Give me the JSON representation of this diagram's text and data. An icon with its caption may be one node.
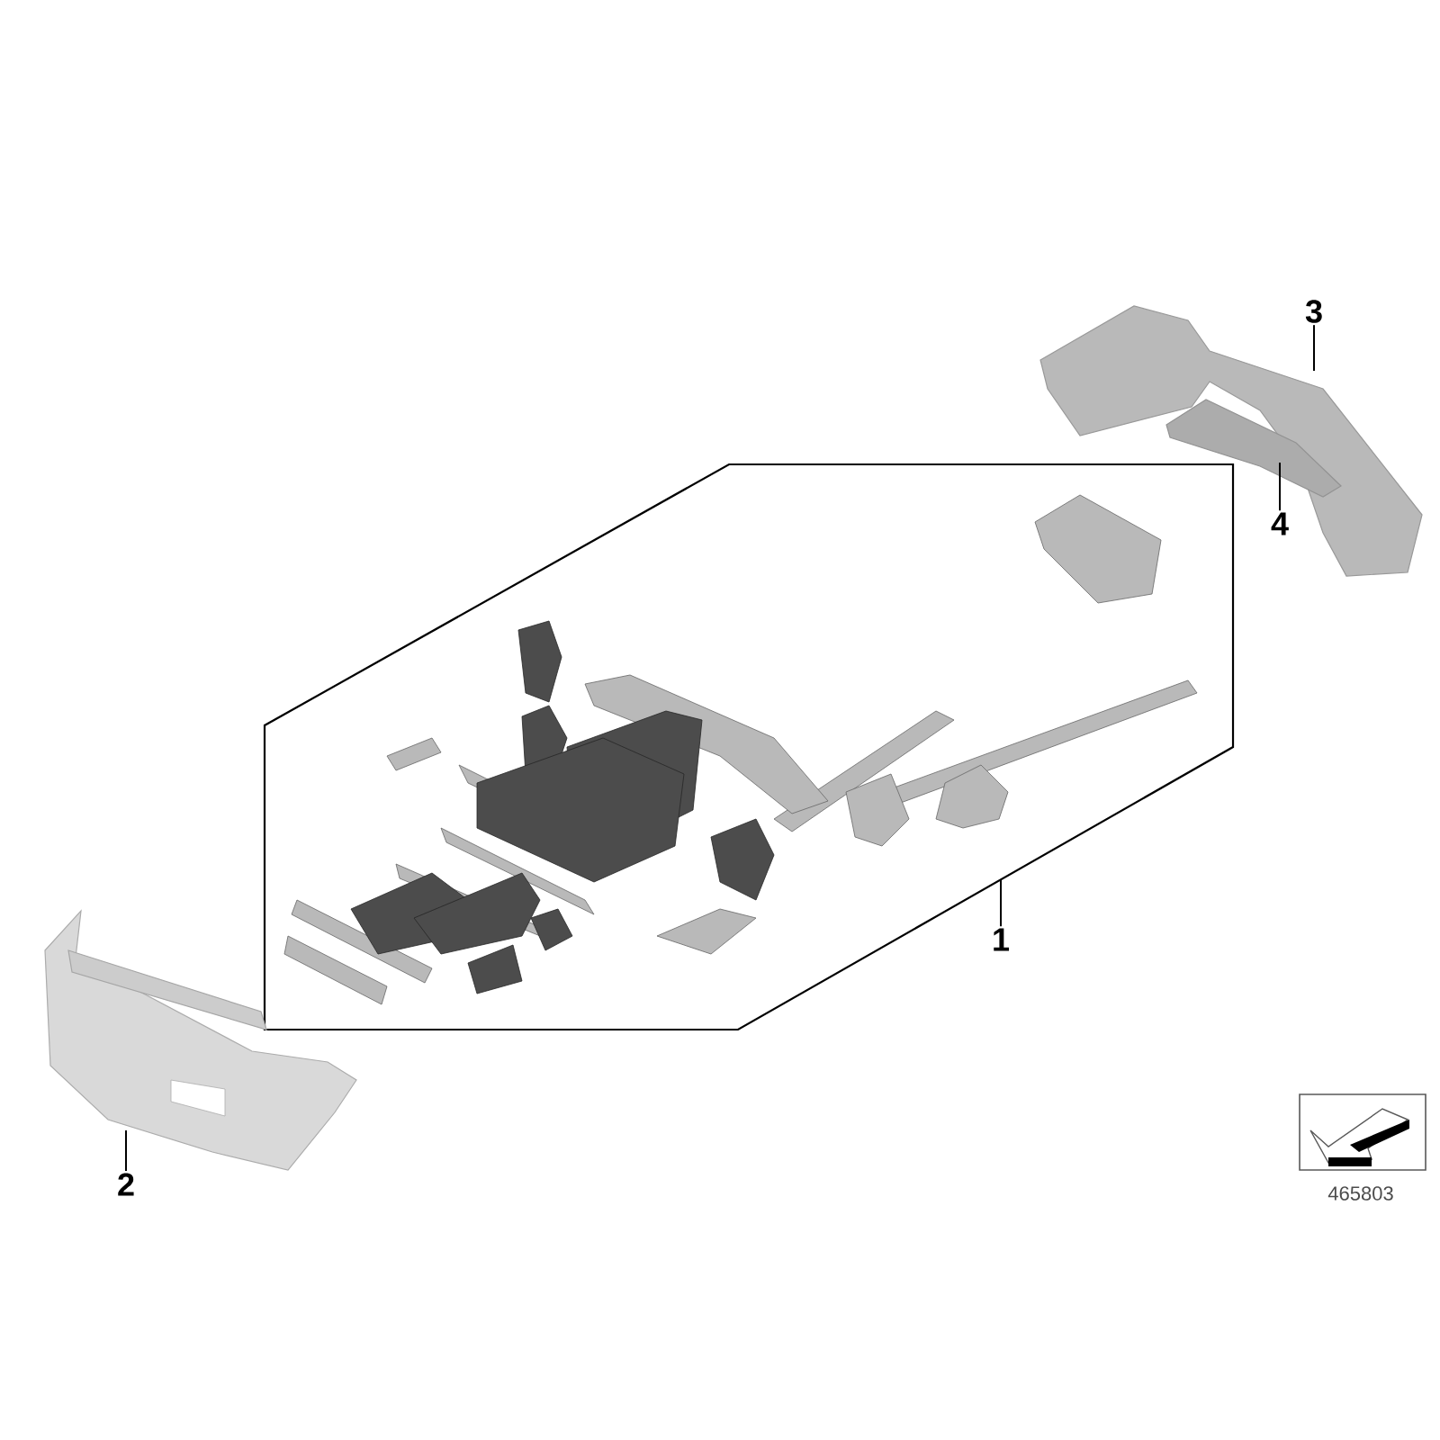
{
  "diagram": {
    "nodes": [
      {
        "text": [
          "1"
        ]
      },
      {
        "text": [],
        "shape": "picture"
      },
      {
        "text": [
          "2"
        ]
      },
      {
        "text": [],
        "shape": "picture"
      },
      {
        "text": [
          "3"
        ]
      },
      {
        "text": [],
        "shape": "picture"
      },
      {
        "text": [
          "4"
        ]
      },
      {
        "text": [],
        "shape": "picture"
      }
    ],
    "edges": [
      {
        "from": 0,
        "to": 1,
        "arrow": "none"
      },
      {
        "from": 2,
        "to": 3,
        "arrow": "none"
      },
      {
        "from": 4,
        "to": 5,
        "arrow": "none"
      },
      {
        "from": 6,
        "to": 7,
        "arrow": "none"
      }
    ],
    "labels": [
      "465803"
    ]
  }
}
